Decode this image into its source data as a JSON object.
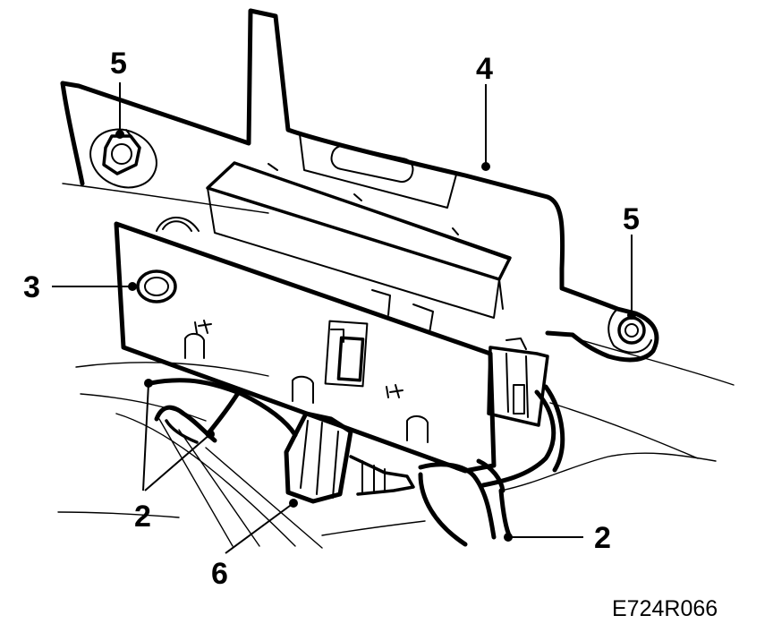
{
  "diagram": {
    "callouts": [
      {
        "id": "c5a",
        "label": "5"
      },
      {
        "id": "c4",
        "label": "4"
      },
      {
        "id": "c5b",
        "label": "5"
      },
      {
        "id": "c3",
        "label": "3"
      },
      {
        "id": "c2a",
        "label": "2"
      },
      {
        "id": "c6",
        "label": "6"
      },
      {
        "id": "c2b",
        "label": "2"
      }
    ],
    "figure_code": "E724R066"
  }
}
